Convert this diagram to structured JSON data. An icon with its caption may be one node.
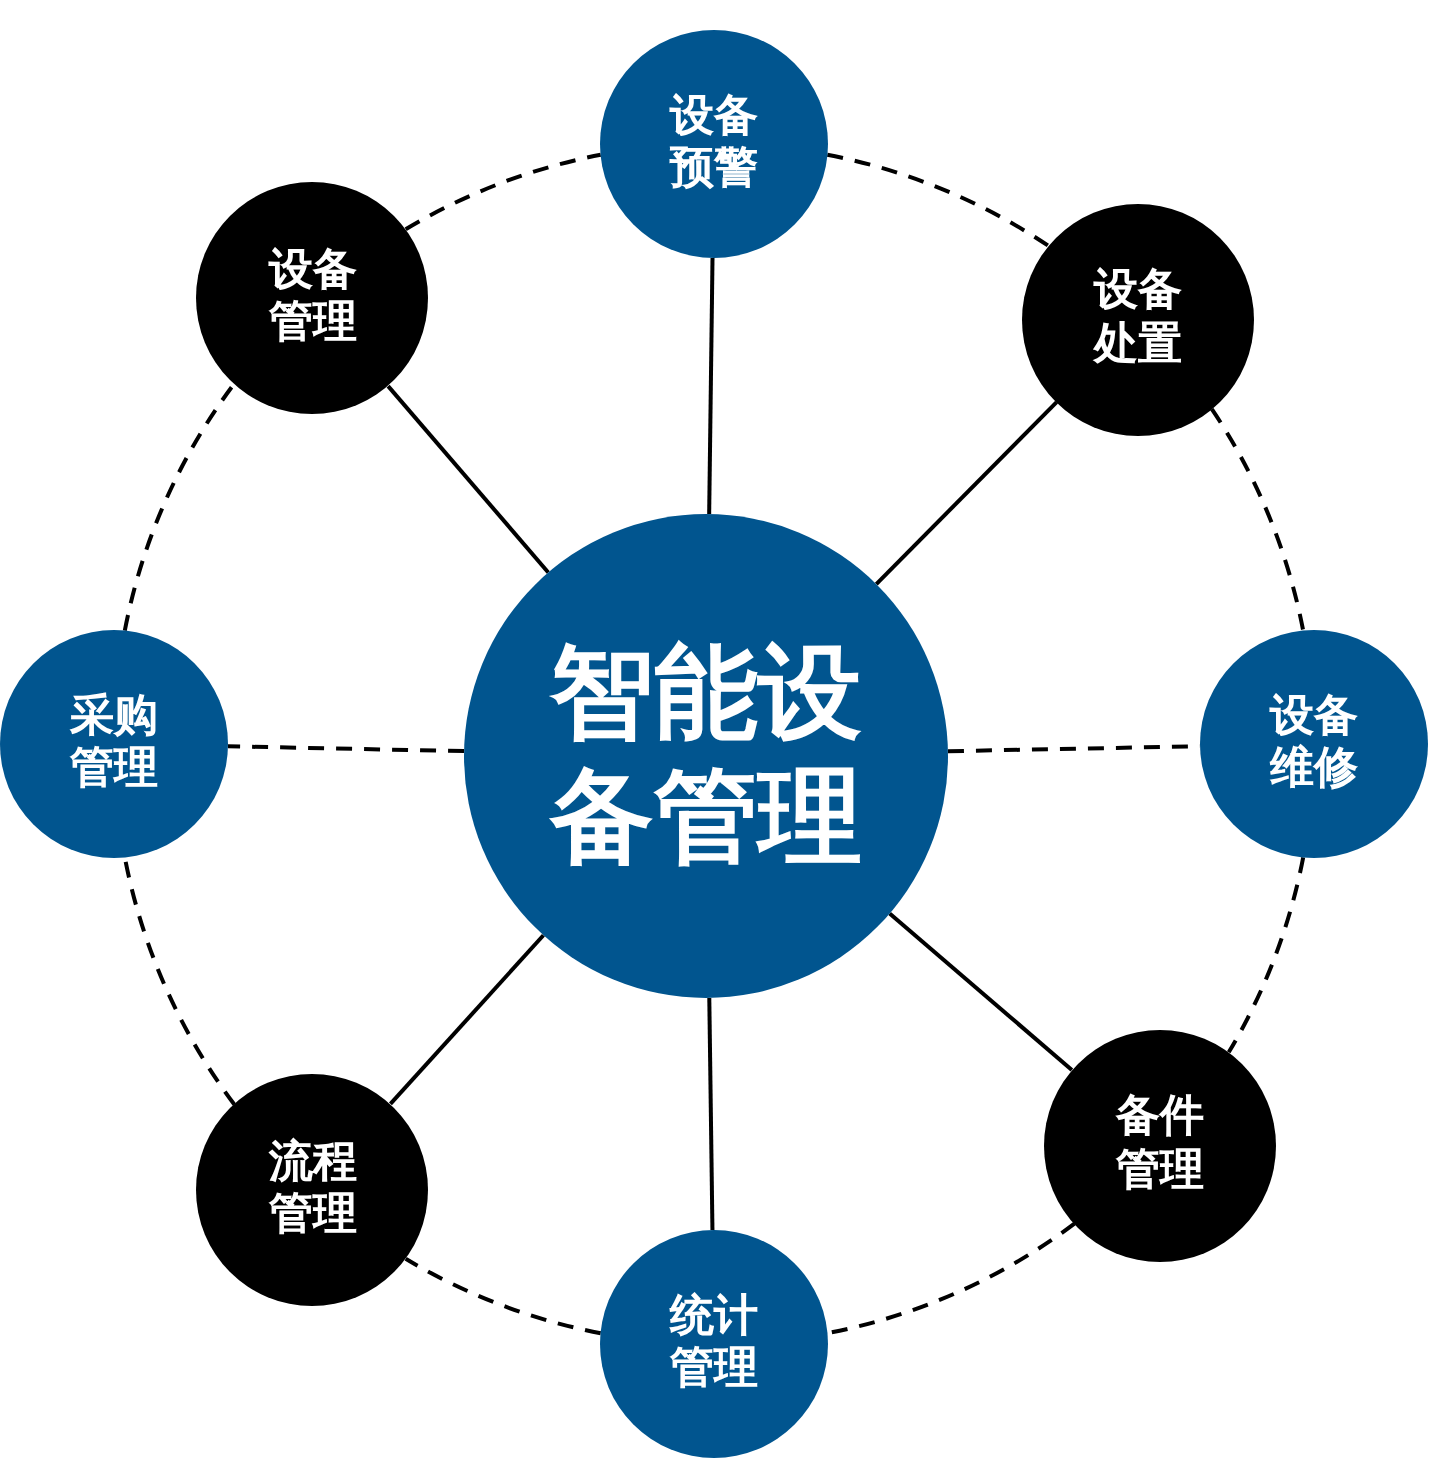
{
  "diagram": {
    "nodes": [
      {
        "text": [
          "智能设备管理"
        ]
      },
      {
        "text": [
          "设备预警"
        ]
      },
      {
        "text": [
          "设备处置"
        ]
      },
      {
        "text": [
          "设备维修"
        ]
      },
      {
        "text": [
          "备件管理"
        ]
      },
      {
        "text": [
          "统计管理"
        ]
      },
      {
        "text": [
          "流程管理"
        ]
      },
      {
        "text": [
          "采购管理"
        ]
      },
      {
        "text": [
          "设备管理"
        ]
      }
    ],
    "edges": [
      {
        "from": 0,
        "to": 1,
        "arrow": "none"
      },
      {
        "from": 0,
        "to": 2,
        "arrow": "none"
      },
      {
        "from": 0,
        "to": 3,
        "arrow": "none",
        "style": "dashed"
      },
      {
        "from": 0,
        "to": 4,
        "arrow": "none"
      },
      {
        "from": 0,
        "to": 5,
        "arrow": "none"
      },
      {
        "from": 0,
        "to": 6,
        "arrow": "none"
      },
      {
        "from": 0,
        "to": 7,
        "arrow": "none",
        "style": "dashed"
      },
      {
        "from": 0,
        "to": 8,
        "arrow": "none"
      },
      {
        "from": 1,
        "to": 2,
        "arrow": "none",
        "style": "dashed"
      },
      {
        "from": 2,
        "to": 3,
        "arrow": "none",
        "style": "dashed"
      },
      {
        "from": 3,
        "to": 4,
        "arrow": "none",
        "style": "dashed"
      },
      {
        "from": 4,
        "to": 5,
        "arrow": "none",
        "style": "dashed"
      },
      {
        "from": 5,
        "to": 6,
        "arrow": "none",
        "style": "dashed"
      },
      {
        "from": 6,
        "to": 7,
        "arrow": "none",
        "style": "dashed"
      },
      {
        "from": 7,
        "to": 8,
        "arrow": "none",
        "style": "dashed"
      },
      {
        "from": 8,
        "to": 1,
        "arrow": "none",
        "style": "dashed"
      }
    ]
  }
}
